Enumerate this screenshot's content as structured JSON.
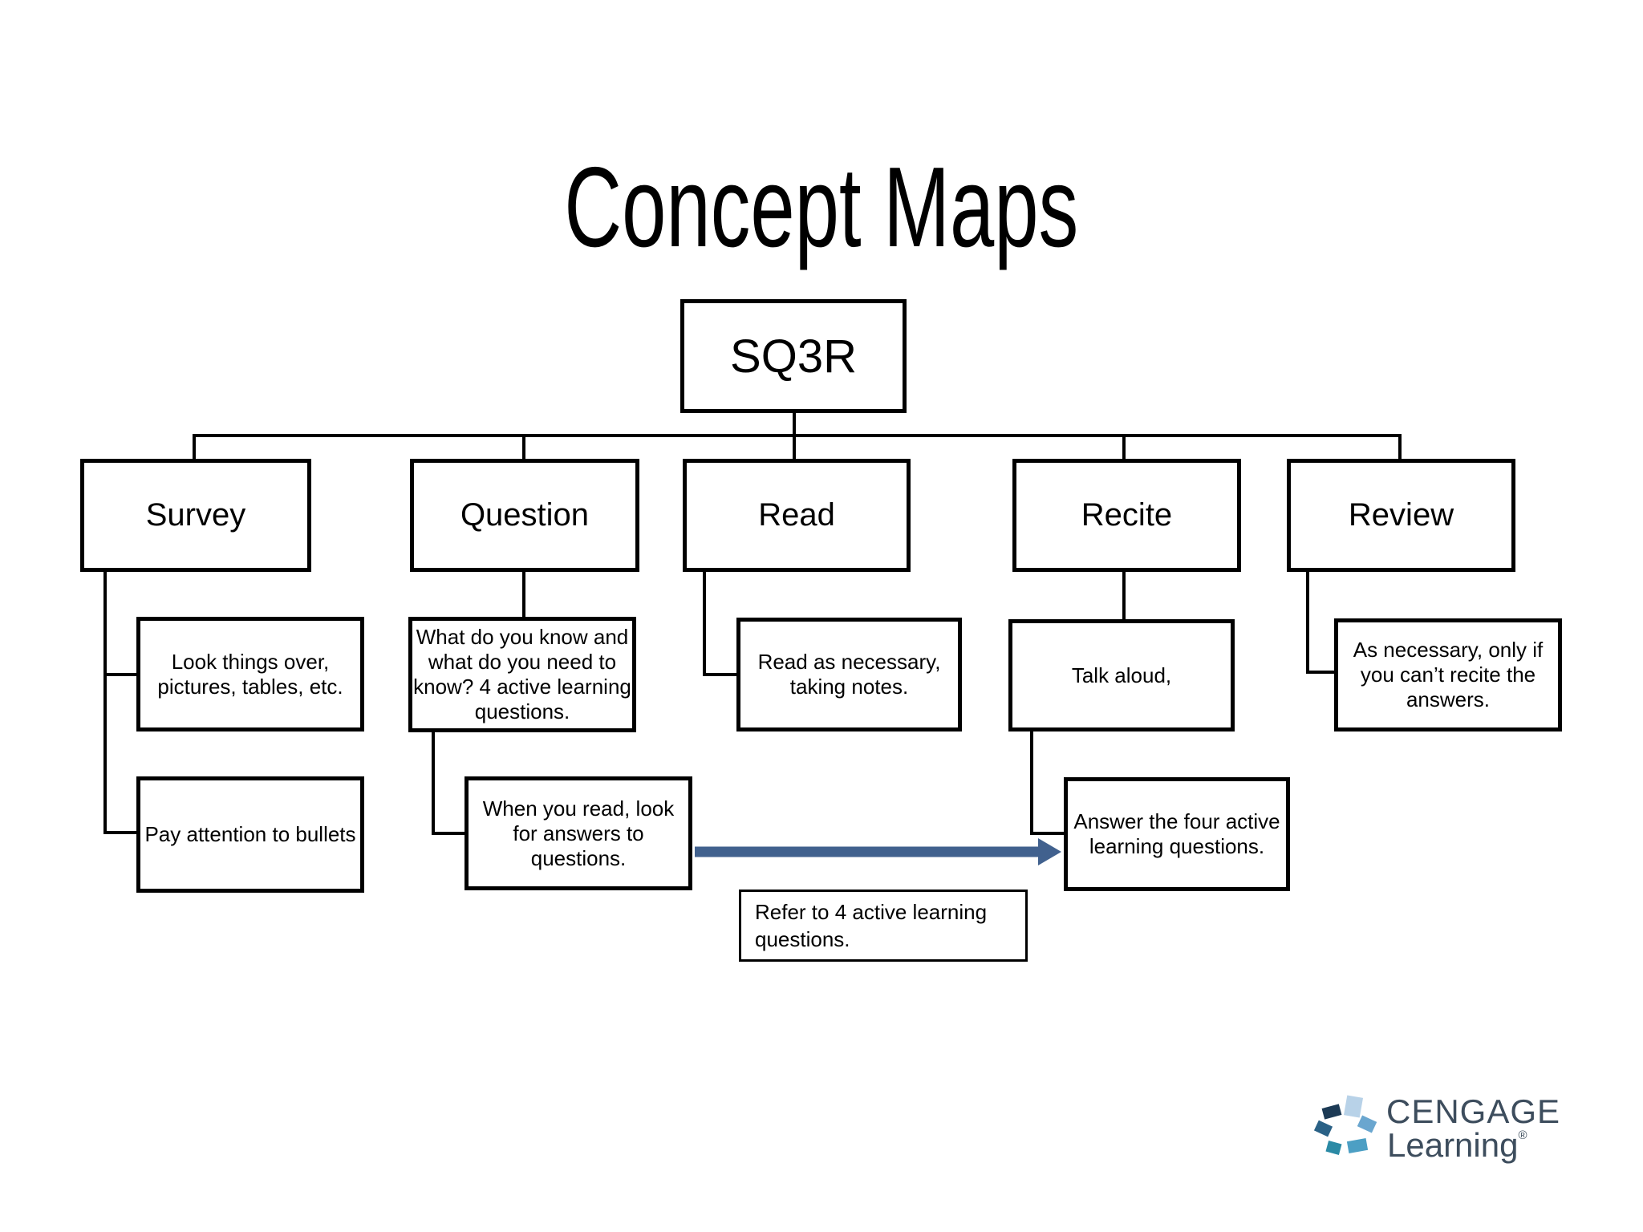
{
  "title": "Concept Maps",
  "root": {
    "label": "SQ3R"
  },
  "branches": [
    {
      "label": "Survey",
      "children": [
        "Look things over,\npictures, tables, etc.",
        "Pay attention to bullets"
      ]
    },
    {
      "label": "Question",
      "children": [
        "What do you know and\nwhat do you need to\nknow? 4 active learning\nquestions.",
        "When you read, look\nfor answers to\nquestions."
      ]
    },
    {
      "label": "Read",
      "children": [
        "Read as necessary,\ntaking notes."
      ]
    },
    {
      "label": "Recite",
      "children": [
        "Talk aloud,",
        "Answer the four active\nlearning questions."
      ]
    },
    {
      "label": "Review",
      "children": [
        "As necessary, only if\nyou can’t recite the\nanswers."
      ]
    }
  ],
  "note": {
    "text": "Refer to 4 active learning\nquestions."
  },
  "diagram": {
    "line_color": "#000000",
    "arrow_color": "#41618E"
  },
  "logo": {
    "brand": "CENGAGE",
    "division": "Learning",
    "registered": "®",
    "text_color": "#3D4D5D",
    "mark_colors": [
      "#1C3A55",
      "#B8D2E8",
      "#6AA6CF",
      "#2A6186",
      "#2B8AA5",
      "#4C9FC4"
    ]
  }
}
